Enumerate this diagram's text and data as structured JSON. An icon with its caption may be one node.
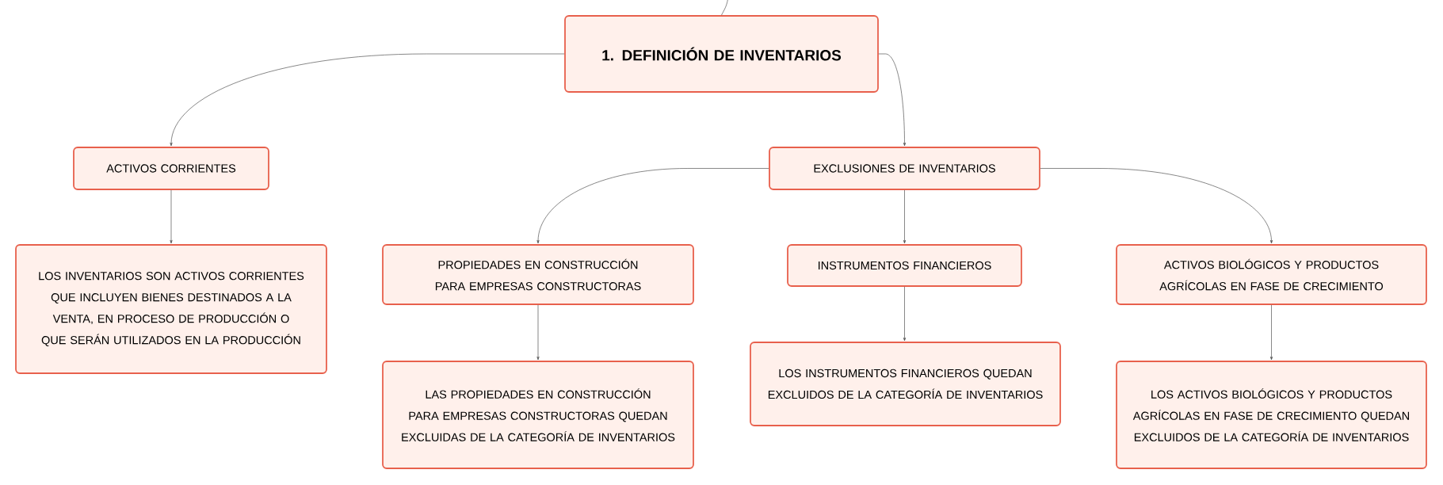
{
  "diagram": {
    "nodes": [
      {
        "text": [
          "1. DEFINICIÓN DE INVENTARIOS"
        ]
      },
      {
        "text": [
          "ACTIVOS CORRIENTES"
        ]
      },
      {
        "text": [
          "LOS INVENTARIOS SON ACTIVOS CORRIENTES QUE INCLUYEN BIENES DESTINADOS A LA VENTA, EN PROCESO DE PRODUCCIÓN O QUE SERÁN UTILIZADOS EN LA PRODUCCIÓN"
        ]
      },
      {
        "text": [
          "EXCLUSIONES DE INVENTARIOS"
        ]
      },
      {
        "text": [
          "PROPIEDADES EN CONSTRUCCIÓN PARA EMPRESAS CONSTRUCTORAS"
        ]
      },
      {
        "text": [
          "LAS PROPIEDADES EN CONSTRUCCIÓN PARA EMPRESAS CONSTRUCTORAS QUEDAN EXCLUIDAS DE LA CATEGORÍA DE INVENTARIOS"
        ]
      },
      {
        "text": [
          "INSTRUMENTOS FINANCIEROS"
        ]
      },
      {
        "text": [
          "LOS INSTRUMENTOS FINANCIEROS QUEDAN EXCLUIDOS DE LA CATEGORÍA DE INVENTARIOS"
        ]
      },
      {
        "text": [
          "ACTIVOS BIOLÓGICOS Y PRODUCTOS AGRÍCOLAS EN FASE DE CRECIMIENTO"
        ]
      },
      {
        "text": [
          "LOS ACTIVOS BIOLÓGICOS Y PRODUCTOS AGRÍCOLAS EN FASE DE CRECIMIENTO QUEDAN EXCLUIDOS DE LA CATEGORÍA DE INVENTARIOS"
        ]
      }
    ],
    "edges": [
      {
        "from": 0,
        "to": null,
        "arrow": "none"
      },
      {
        "from": 0,
        "to": 1,
        "arrow": "to"
      },
      {
        "from": 1,
        "to": 2,
        "arrow": "to"
      },
      {
        "from": 0,
        "to": 3,
        "arrow": "to"
      },
      {
        "from": 3,
        "to": 4,
        "arrow": "to"
      },
      {
        "from": 4,
        "to": 5,
        "arrow": "to"
      },
      {
        "from": 3,
        "to": 6,
        "arrow": "to"
      },
      {
        "from": 6,
        "to": 7,
        "arrow": "to"
      },
      {
        "from": 3,
        "to": 8,
        "arrow": "to"
      },
      {
        "from": 8,
        "to": 9,
        "arrow": "to"
      }
    ]
  }
}
